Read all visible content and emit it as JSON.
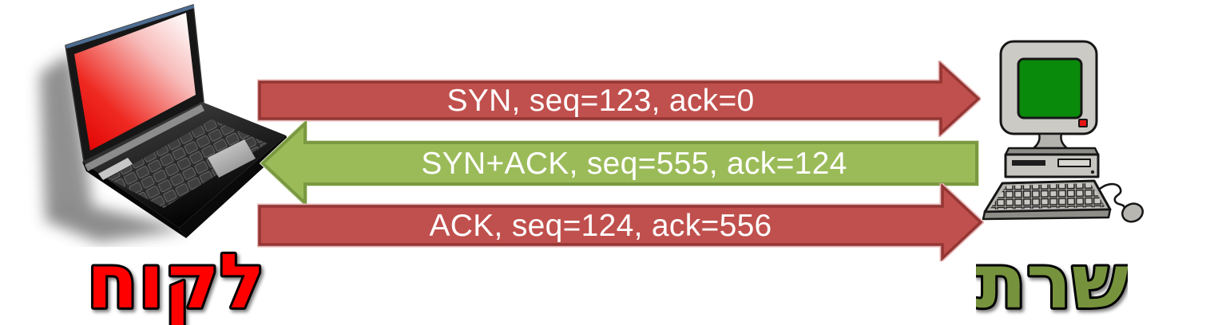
{
  "diagram": {
    "background": "#FFFFFF",
    "text_color": "#FFFFFF",
    "client": {
      "label": "לקוח",
      "color": "#FF0000",
      "icon": "laptop-icon"
    },
    "server": {
      "label": "שרת",
      "color": "#76923C",
      "icon": "desktop-computer-icon"
    },
    "messages": [
      {
        "label": "SYN, seq=123, ack=0",
        "direction": "right",
        "fill": "#C0504D",
        "border": "#943634",
        "halo": "#E6B9B8"
      },
      {
        "label": "SYN+ACK, seq=555, ack=124",
        "direction": "left",
        "fill": "#9BBB59",
        "border": "#7A9940",
        "halo": "#DCE6C9"
      },
      {
        "label": "ACK, seq=124, ack=556",
        "direction": "right",
        "fill": "#C0504D",
        "border": "#943634",
        "halo": "#E6B9B8"
      }
    ]
  }
}
